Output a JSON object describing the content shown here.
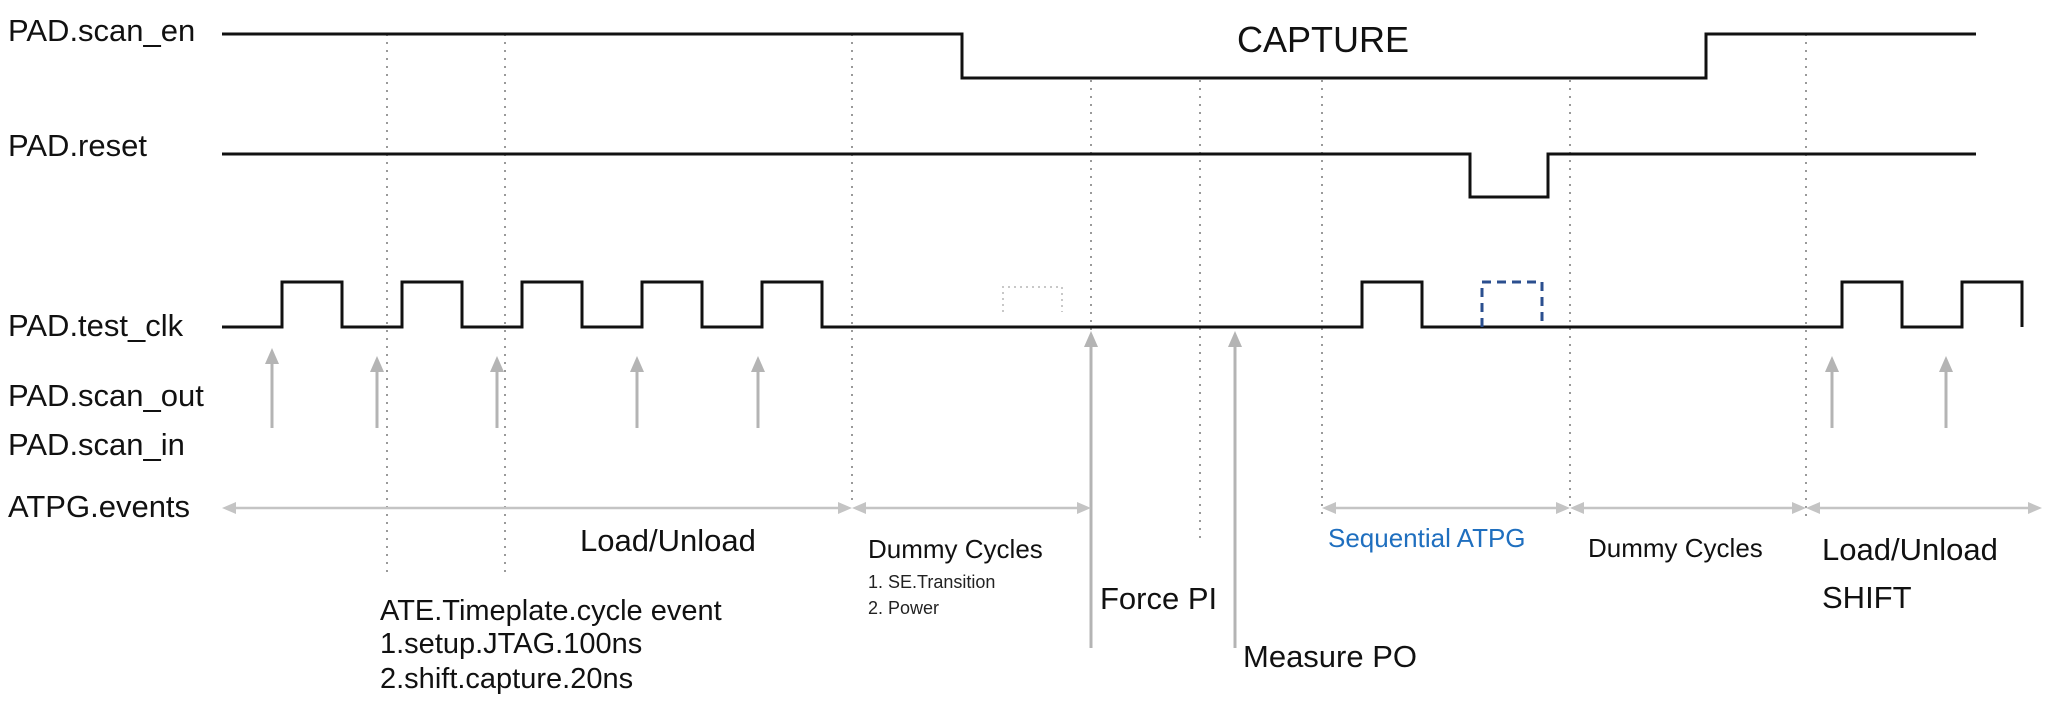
{
  "colors": {
    "waveform": "#111111",
    "highlight_pulse": "#2b4f8f",
    "sequential_label": "#1f6fbf",
    "guide_line": "#9a9a9a",
    "arrow": "#b4b4b4"
  },
  "title": "CAPTURE",
  "signals": {
    "scan_en": "PAD.scan_en",
    "reset": "PAD.reset",
    "test_clk": "PAD.test_clk",
    "scan_out": "PAD.scan_out",
    "scan_in": "PAD.scan_in",
    "atpg_events": "ATPG.events"
  },
  "phases": {
    "load_unload": "Load/Unload",
    "dummy_cycles_1": "Dummy Cycles",
    "dummy_notes": [
      "1. SE.Transition",
      "2. Power"
    ],
    "force_pi": "Force PI",
    "measure_po": "Measure PO",
    "sequential_atpg": "Sequential ATPG",
    "dummy_cycles_2": "Dummy Cycles",
    "load_unload_end": "Load/Unload",
    "shift": "SHIFT"
  },
  "ate_notes": [
    "ATE.Timeplate.cycle event",
    "1.setup.JTAG.100ns",
    "2.shift.capture.20ns"
  ]
}
